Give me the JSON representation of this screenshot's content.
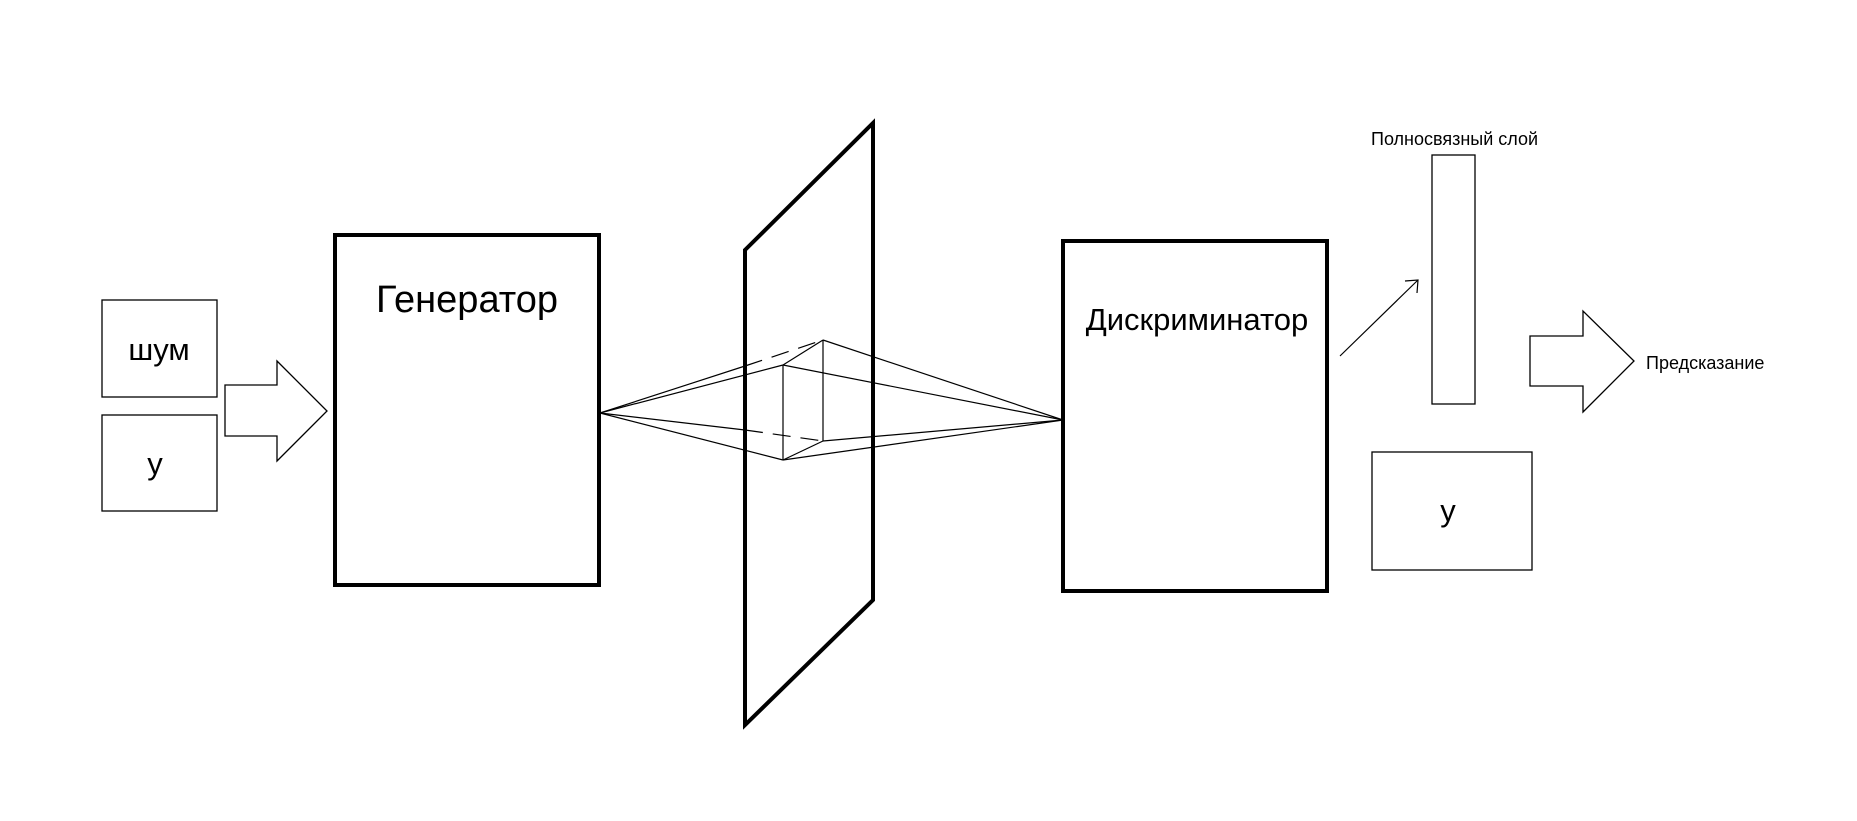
{
  "inputs": {
    "noise_label": "шум",
    "y_label": "y"
  },
  "generator": {
    "label": "Генератор"
  },
  "discriminator": {
    "label": "Дискриминатор"
  },
  "dense_layer": {
    "label": "Полносвязный слой"
  },
  "condition": {
    "y_label": "y"
  },
  "output": {
    "label": "Предсказание"
  }
}
